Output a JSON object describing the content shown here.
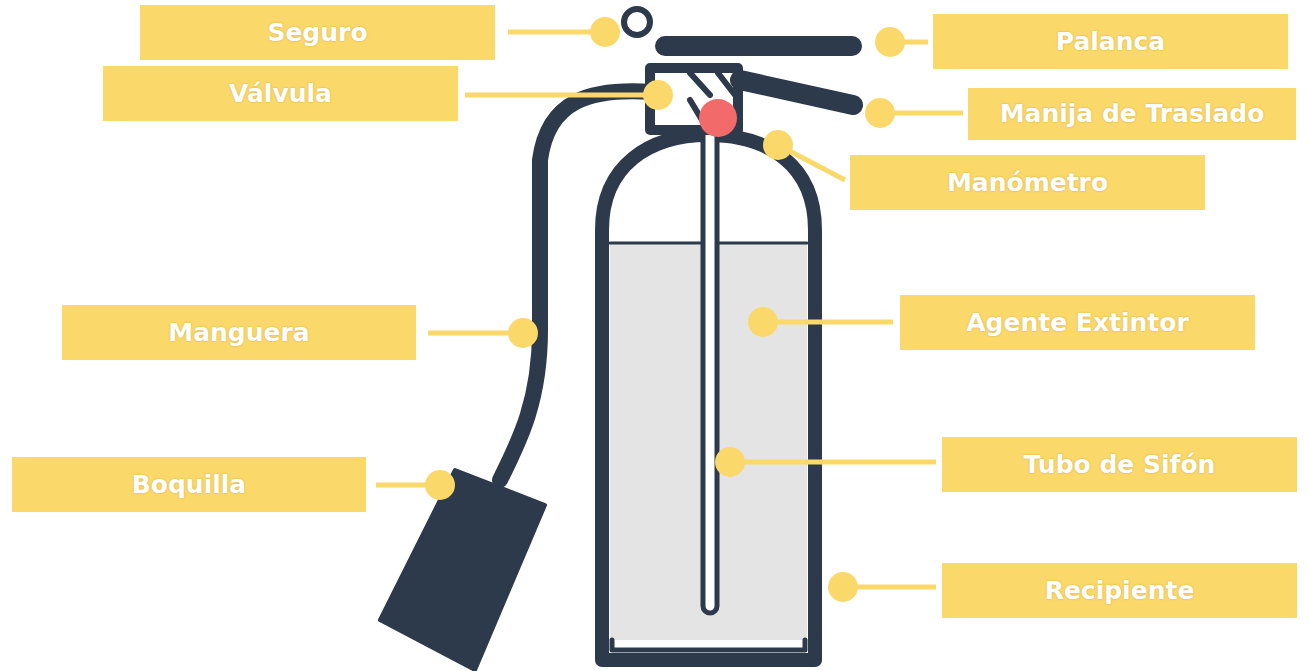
{
  "diagram": {
    "nodes": [
      {
        "text": [
          "Seguro"
        ]
      },
      {
        "text": [
          "Palanca"
        ]
      },
      {
        "text": [
          "Válvula"
        ]
      },
      {
        "text": [
          "Manija de Traslado"
        ]
      },
      {
        "text": [
          "Manómetro"
        ]
      },
      {
        "text": [
          "Manguera"
        ]
      },
      {
        "text": [
          "Agente Extintor"
        ]
      },
      {
        "text": [
          "Boquilla"
        ]
      },
      {
        "text": [
          "Tubo de Sifón"
        ]
      },
      {
        "text": [
          "Recipiente"
        ]
      }
    ]
  }
}
